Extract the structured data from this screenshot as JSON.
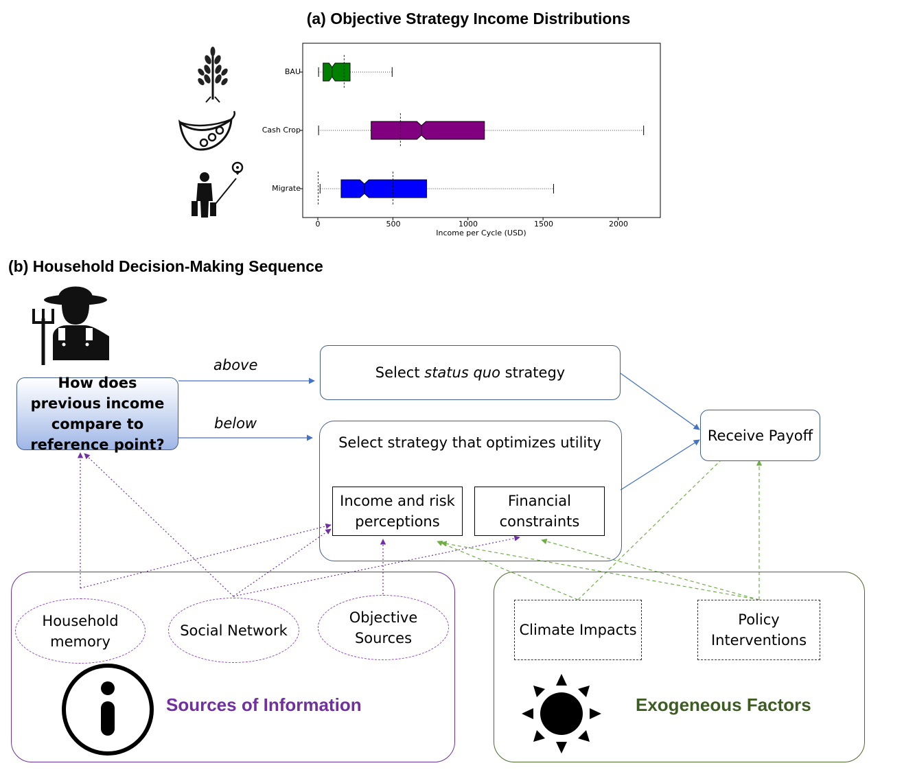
{
  "panel_a": {
    "title": "(a) Objective Strategy Income Distributions",
    "icons": [
      "wheat-icon",
      "pea-pod-icon",
      "migrant-with-luggage-icon"
    ]
  },
  "chart_data": {
    "type": "boxplot",
    "orientation": "horizontal",
    "title": "(a) Objective Strategy Income Distributions",
    "xlabel": "Income per Cycle (USD)",
    "ylabel": "",
    "xlim": [
      -100,
      2280
    ],
    "xticks": [
      0,
      500,
      1000,
      1500,
      2000
    ],
    "grid": false,
    "series": [
      {
        "name": "BAU",
        "color": "#008000",
        "whisker_low": 5,
        "q1": 35,
        "median": 95,
        "notch_low": 75,
        "notch_high": 115,
        "q3": 215,
        "whisker_high": 495,
        "mean": 175
      },
      {
        "name": "Cash Crop",
        "color": "#800080",
        "whisker_low": 5,
        "q1": 355,
        "median": 690,
        "notch_low": 660,
        "notch_high": 720,
        "q3": 1110,
        "whisker_high": 2170,
        "mean": 550
      },
      {
        "name": "Migrate",
        "color": "#0000ff",
        "whisker_low": 15,
        "q1": 155,
        "median": 310,
        "notch_low": 280,
        "notch_high": 340,
        "q3": 725,
        "whisker_high": 1570,
        "mean": 500,
        "extra_line": 2
      }
    ]
  },
  "panel_b": {
    "title": "(b) Household Decision-Making Sequence",
    "question": "How does previous income compare to reference point?",
    "above_label": "above",
    "below_label": "below",
    "status_quo": {
      "prefix": "Select ",
      "emphasis": "status quo",
      "suffix": " strategy"
    },
    "optimize": "Select strategy that optimizes utility",
    "income_risk": "Income and risk perceptions",
    "financial": "Financial constraints",
    "payoff": "Receive Payoff",
    "info_sources": [
      "Household memory",
      "Social Network",
      "Objective Sources"
    ],
    "info_title": "Sources of Information",
    "exo_factors": [
      "Climate Impacts",
      "Policy Interventions"
    ],
    "exo_title": "Exogeneous Factors",
    "colors": {
      "flow": "#4472c4",
      "info": "#7030a0",
      "exo": "#70ad47",
      "box_border": "#3f5e8e"
    }
  }
}
